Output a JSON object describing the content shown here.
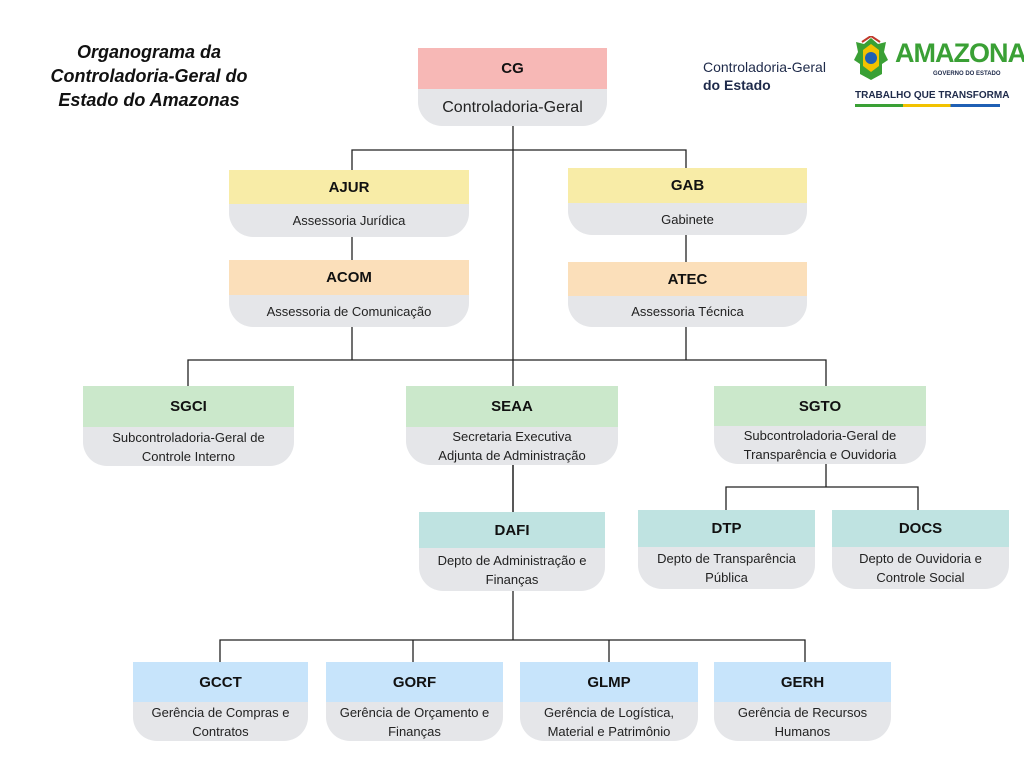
{
  "title": "Organograma da\nControladoria-Geral do\nEstado do Amazonas",
  "logos": {
    "cge_line1": "Controladoria-Geral",
    "cge_line2": "do Estado",
    "state_name": "AMAZONAS",
    "state_sub": "GOVERNO DO ESTADO",
    "slogan": "TRABALHO QUE TRANSFORMA",
    "emblem_icon": "amazonas-coat-of-arms-icon"
  },
  "colors": {
    "red": "#f7b8b6",
    "yellow": "#f8eca7",
    "orange": "#fbdfba",
    "green": "#cbe8cb",
    "teal": "#bfe3e1",
    "blue": "#c7e4fb",
    "label_bg": "#e5e6e9",
    "line": "#222222"
  },
  "nodes": {
    "cg": {
      "code": "CG",
      "label": "Controladoria-Geral",
      "color": "red"
    },
    "ajur": {
      "code": "AJUR",
      "label": "Assessoria Jurídica",
      "color": "yellow"
    },
    "gab": {
      "code": "GAB",
      "label": "Gabinete",
      "color": "yellow"
    },
    "acom": {
      "code": "ACOM",
      "label": "Assessoria de Comunicação",
      "color": "orange"
    },
    "atec": {
      "code": "ATEC",
      "label": "Assessoria Técnica",
      "color": "orange"
    },
    "sgci": {
      "code": "SGCI",
      "label": "Subcontroladoria-Geral de\nControle Interno",
      "color": "green"
    },
    "seaa": {
      "code": "SEAA",
      "label": "Secretaria Executiva\nAdjunta de Administração",
      "color": "green"
    },
    "sgto": {
      "code": "SGTO",
      "label": "Subcontroladoria-Geral de\nTransparência e Ouvidoria",
      "color": "green"
    },
    "dafi": {
      "code": "DAFI",
      "label": "Depto de Administração e\nFinanças",
      "color": "teal"
    },
    "dtp": {
      "code": "DTP",
      "label": "Depto de Transparência\nPública",
      "color": "teal"
    },
    "docs": {
      "code": "DOCS",
      "label": "Depto de Ouvidoria e\nControle Social",
      "color": "teal"
    },
    "gcct": {
      "code": "GCCT",
      "label": "Gerência de Compras e\nContratos",
      "color": "blue"
    },
    "gorf": {
      "code": "GORF",
      "label": "Gerência de Orçamento e\nFinanças",
      "color": "blue"
    },
    "glmp": {
      "code": "GLMP",
      "label": "Gerência de Logística,\nMaterial e Patrimônio",
      "color": "blue"
    },
    "gerh": {
      "code": "GERH",
      "label": "Gerência de Recursos\nHumanos",
      "color": "blue"
    }
  },
  "edges": [
    [
      "cg",
      "ajur"
    ],
    [
      "cg",
      "gab"
    ],
    [
      "cg",
      "seaa"
    ],
    [
      "ajur",
      "acom"
    ],
    [
      "gab",
      "atec"
    ],
    [
      "acom",
      "sgci"
    ],
    [
      "atec",
      "sgto"
    ],
    [
      "seaa",
      "dafi"
    ],
    [
      "sgto",
      "dtp"
    ],
    [
      "sgto",
      "docs"
    ],
    [
      "dafi",
      "gcct"
    ],
    [
      "dafi",
      "gorf"
    ],
    [
      "dafi",
      "glmp"
    ],
    [
      "dafi",
      "gerh"
    ]
  ]
}
